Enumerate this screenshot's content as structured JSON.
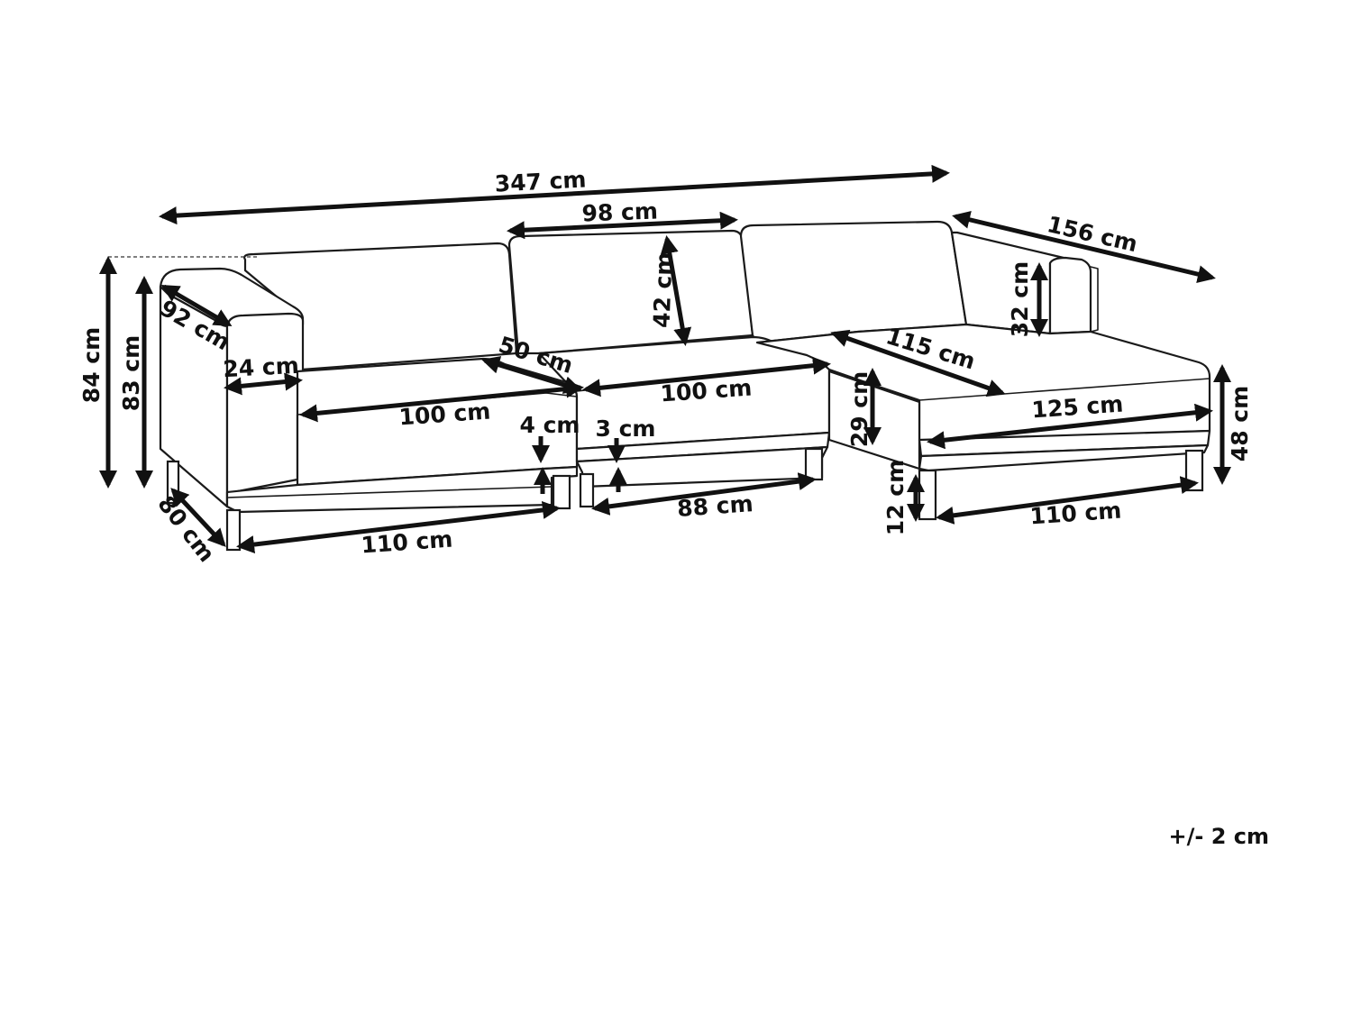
{
  "labels": {
    "total_length": "347 cm",
    "back_cushion_width": "98 cm",
    "chaise_length": "156 cm",
    "back_cushion_height": "42 cm",
    "chaise_back_height": "32 cm",
    "total_height": "84 cm",
    "arm_height": "83 cm",
    "arm_depth": "92 cm",
    "arm_width": "24 cm",
    "seat_depth": "50 cm",
    "left_seat_width": "100 cm",
    "middle_seat_width": "100 cm",
    "chaise_seat_depth": "115 cm",
    "chaise_seat_width": "125 cm",
    "left_clearance": "4 cm",
    "middle_clearance": "3 cm",
    "seat_height_chaise": "29 cm",
    "chaise_height": "48 cm",
    "leg_height": "12 cm",
    "sofa_depth": "80 cm",
    "left_base_width": "110 cm",
    "middle_base_width": "88 cm",
    "chaise_base_width": "110 cm"
  },
  "tolerance": "+/- 2 cm"
}
